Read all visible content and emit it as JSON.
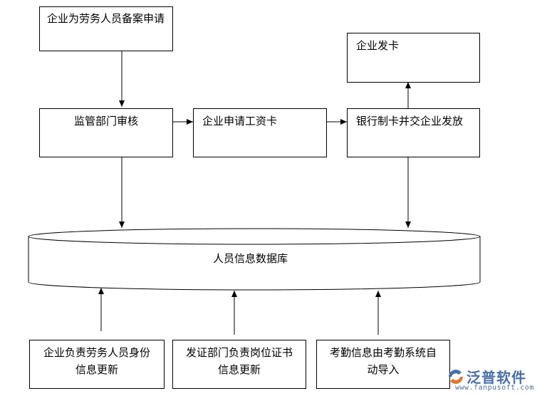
{
  "nodes": {
    "company_filing": "企业为劳务人员备案申请",
    "supervision_review": "监管部门审核",
    "apply_salary_card": "企业申请工资卡",
    "bank_issue": "银行制卡并交企业发放",
    "company_issue_card": "企业发卡",
    "database": "人员信息数据库",
    "company_identity_update": "企业负责劳务人员身份信息更新",
    "cert_dept_update": "发证部门负责岗位证书信息更新",
    "attendance_import": "考勤信息由考勤系统自动导入"
  },
  "watermark": {
    "name": "泛普软件",
    "url": "www.fanpusoft.com"
  }
}
